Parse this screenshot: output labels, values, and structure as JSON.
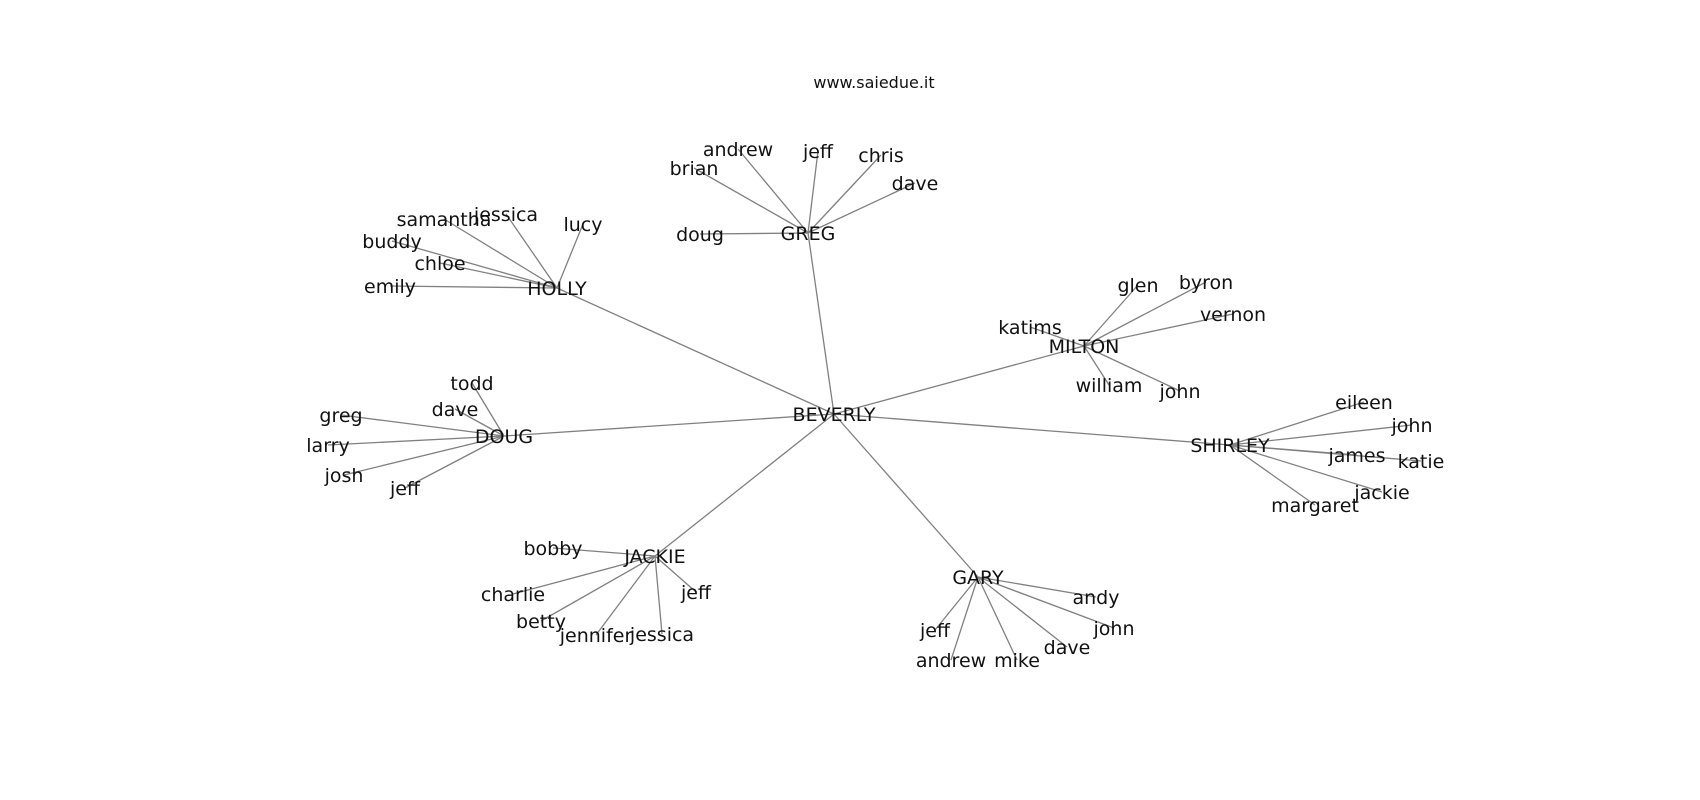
{
  "watermark": "www.saiedue.it",
  "colors": {
    "edge": "#808080",
    "text": "#111111",
    "background": "#ffffff"
  },
  "graph": {
    "root": "BEVERLY",
    "hubs": [
      {
        "id": "hub-holly",
        "label": "HOLLY",
        "leaves": [
          "samantha",
          "jessica",
          "lucy",
          "buddy",
          "chloe",
          "emily"
        ]
      },
      {
        "id": "hub-greg",
        "label": "GREG",
        "leaves": [
          "andrew",
          "jeff",
          "chris",
          "brian",
          "dave",
          "doug"
        ]
      },
      {
        "id": "hub-milton",
        "label": "MILTON",
        "leaves": [
          "glen",
          "byron",
          "katims",
          "vernon",
          "william",
          "john"
        ]
      },
      {
        "id": "hub-doug",
        "label": "DOUG",
        "leaves": [
          "todd",
          "greg",
          "dave",
          "larry",
          "josh",
          "jeff"
        ]
      },
      {
        "id": "hub-shirley",
        "label": "SHIRLEY",
        "leaves": [
          "eileen",
          "john",
          "james",
          "katie",
          "jackie",
          "margaret"
        ]
      },
      {
        "id": "hub-jackie",
        "label": "JACKIE",
        "leaves": [
          "bobby",
          "charlie",
          "jeff",
          "betty",
          "jennifer",
          "jessica"
        ]
      },
      {
        "id": "hub-gary",
        "label": "GARY",
        "leaves": [
          "andy",
          "jeff",
          "john",
          "andrew",
          "mike",
          "dave"
        ]
      }
    ]
  }
}
